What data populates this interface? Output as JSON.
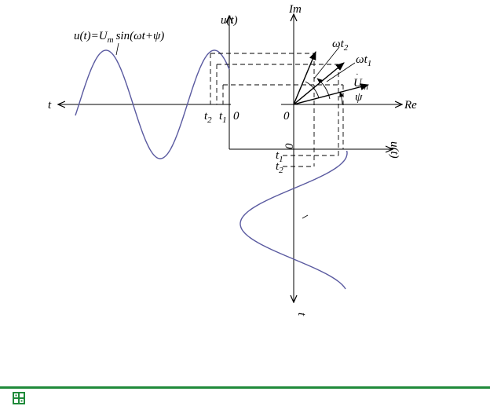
{
  "labels": {
    "u_of_t_top": "u(t)",
    "formula_pre": "u(t)=U",
    "formula_sub": "m",
    "formula_post": "sin(ωt+ψ)",
    "t_axis_left": "t",
    "t2_left": "t",
    "t2_left_sub": "2",
    "t1_left": "t",
    "t1_left_sub": "1",
    "zero_left": "0",
    "im_axis": "Im",
    "re_axis": "Re",
    "zero_origin": "0",
    "omega_t2": "ωt",
    "omega_t2_sub": "2",
    "omega_t1": "ωt",
    "omega_t1_sub": "1",
    "um_phasor": "U",
    "um_phasor_sub": "m",
    "psi": "ψ",
    "zero_lower": "0",
    "t1_lower": "t",
    "t1_lower_sub": "1",
    "t2_lower": "t",
    "t2_lower_sub": "2",
    "u_of_t_rotated": "u(t)",
    "t_axis_bottom": "t"
  },
  "colors": {
    "curve": "#5a5aa0",
    "ink": "#000000",
    "footer_rule": "#1f8a3a",
    "footer_logo": "#1f8a3a"
  },
  "icons": {
    "footer": "recycle-logo-icon"
  }
}
